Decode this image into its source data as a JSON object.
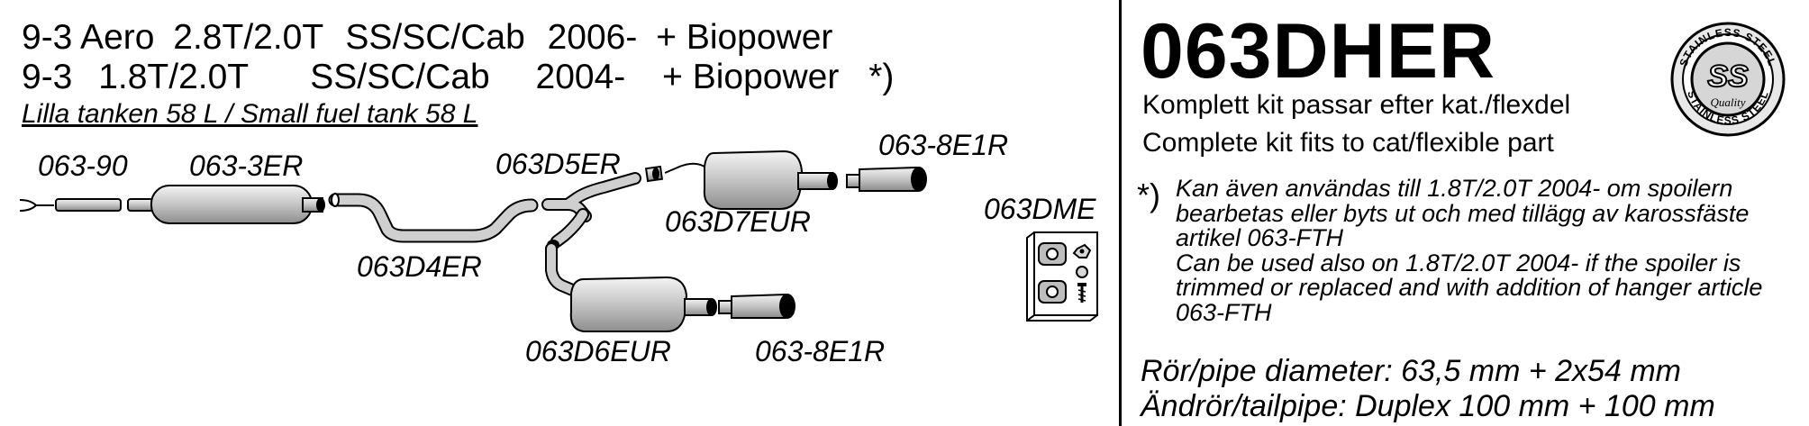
{
  "header": {
    "line1": {
      "model": "9-3 Aero",
      "engine": "2.8T/2.0T",
      "body": "SS/SC/Cab",
      "year": "2006-",
      "fuel": "+ Biopower"
    },
    "line2": {
      "model": "9-3",
      "engine": "1.8T/2.0T",
      "body": "SS/SC/Cab",
      "year": "2004-",
      "fuel": "+ Biopower",
      "note_mark": "*)"
    },
    "tank_note": "Lilla tanken 58 L / Small fuel tank 58 L"
  },
  "parts": {
    "p1": "063-90",
    "p2": "063-3ER",
    "p3": "063D5ER",
    "p4": "063-8E1R",
    "p5": "063D7EUR",
    "p6": "063DME",
    "p7": "063D4ER",
    "p8": "063D6EUR",
    "p9": "063-8E1R"
  },
  "kit": {
    "code": "063DHER",
    "desc_sv": "Komplett kit passar efter kat./flexdel",
    "desc_en": "Complete kit fits to cat/flexible part"
  },
  "logo": {
    "text_top": "STAINLESS STEEL",
    "text_mid": "SS",
    "text_bottom": "Quality",
    "text_ring_bottom": "STAINLESS STEEL"
  },
  "footnote": {
    "mark": "*)",
    "sv1": "Kan även användas till 1.8T/2.0T 2004- om spoilern",
    "sv2": "bearbetas eller byts ut och med tillägg av karossfäste",
    "sv3": "artikel 063-FTH",
    "en1": "Can be used also on 1.8T/2.0T 2004- if the spoiler is",
    "en2": "trimmed or replaced and with addition of hanger article",
    "en3": "063-FTH"
  },
  "specs": {
    "pipe": "Rör/pipe diameter: 63,5 mm + 2x54 mm",
    "tailpipe": "Ändrör/tailpipe: Duplex 100 mm + 100 mm"
  }
}
